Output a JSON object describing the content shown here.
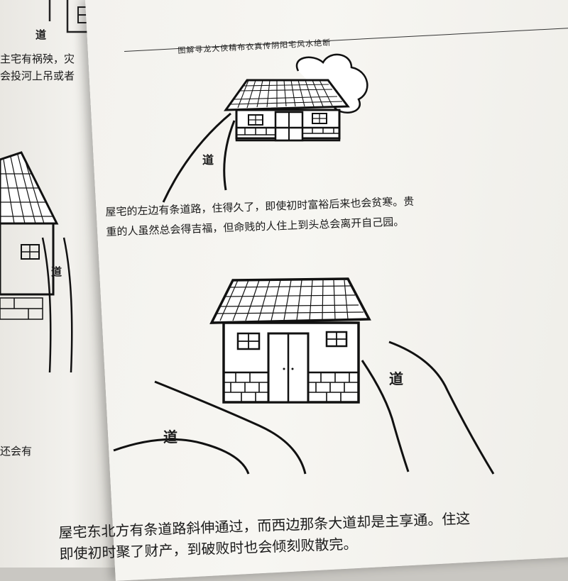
{
  "header": {
    "running_title": "图解寻龙大侠精布衣真传阴阳宅风水绝断"
  },
  "figure_1": {
    "road_label": "道"
  },
  "caption_1": {
    "line_1": "屋宅的左边有条道路，住得久了，即使初时富裕后来也会贫寒。贵",
    "line_2": "重的人虽然总会得吉福，但命贱的人住上到头总会离开自己园。"
  },
  "figure_2": {
    "road_label_left": "道",
    "road_label_right": "道"
  },
  "caption_2": {
    "line_1": "屋宅东北方有条道路斜伸通过，而西边那条大道却是主享通。住这",
    "line_2": "即使初时聚了财产，到破败时也会倾刻败散完。"
  },
  "left_page": {
    "top_label": "道",
    "line_1": "主宅有祸殃，灾",
    "line_2": "会投河上吊或者",
    "road_label": "道",
    "bottom_text": "还会有"
  }
}
